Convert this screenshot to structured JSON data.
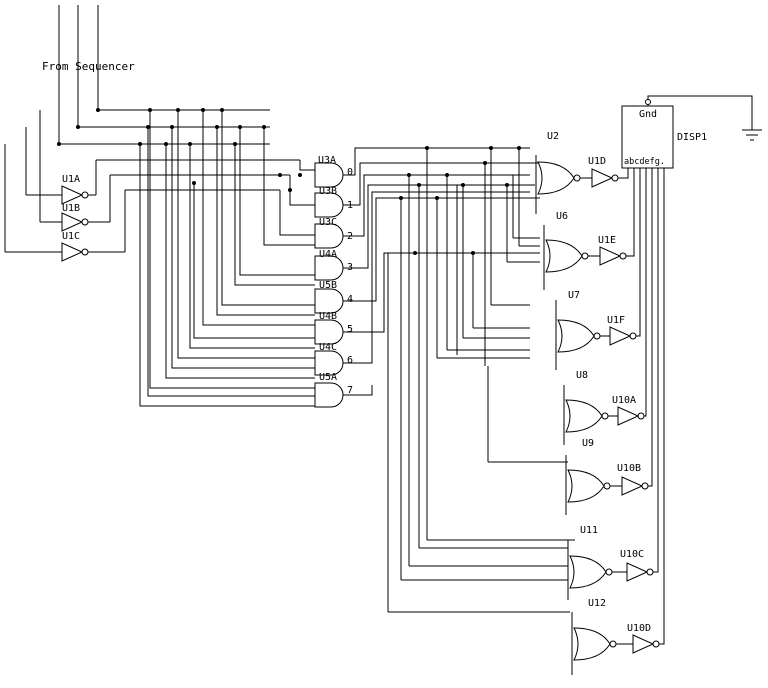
{
  "source_label": "From Sequencer",
  "display": {
    "ref": "DISP1",
    "gnd": "Gnd",
    "segments": "abcdefg."
  },
  "inverters": [
    "U1A",
    "U1B",
    "U1C",
    "U1D",
    "U1E",
    "U1F",
    "U10A",
    "U10B",
    "U10C",
    "U10D"
  ],
  "and_gates": [
    {
      "ref": "U3A",
      "out": "0"
    },
    {
      "ref": "U3B",
      "out": "1"
    },
    {
      "ref": "U3C",
      "out": "2"
    },
    {
      "ref": "U4A",
      "out": "3"
    },
    {
      "ref": "U5B",
      "out": "4"
    },
    {
      "ref": "U4B",
      "out": "5"
    },
    {
      "ref": "U4C",
      "out": "6"
    },
    {
      "ref": "U5A",
      "out": "7"
    }
  ],
  "or_gates": [
    "U2",
    "U6",
    "U7",
    "U8",
    "U9",
    "U11",
    "U12"
  ]
}
